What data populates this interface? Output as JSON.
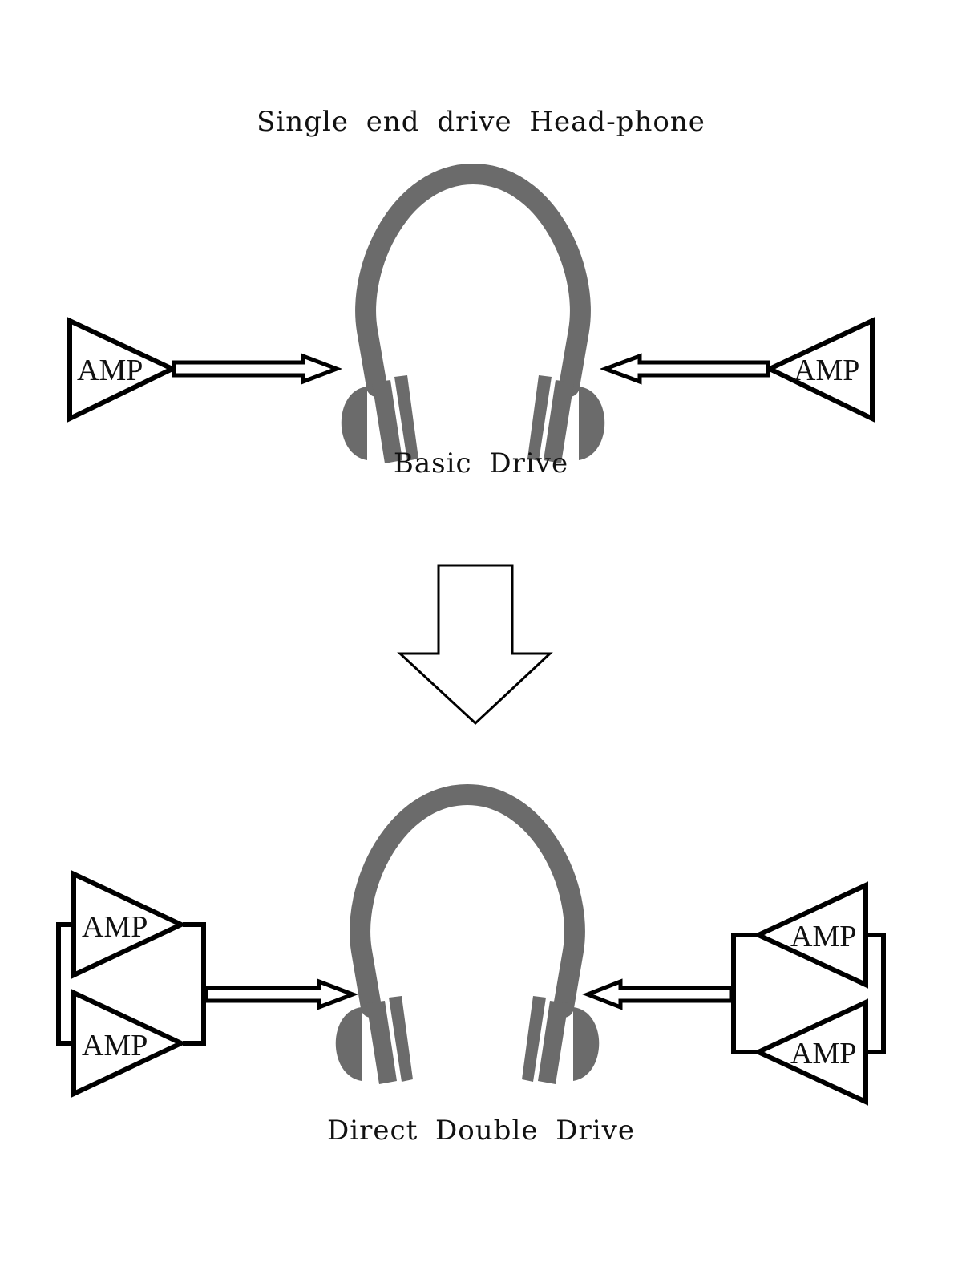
{
  "diagram": {
    "title": "Single end drive Head-phone",
    "basic": {
      "caption": "Basic Drive",
      "left_amp_label": "AMP",
      "right_amp_label": "AMP"
    },
    "transition_arrow": {
      "icon": "down-arrow-icon"
    },
    "double": {
      "caption": "Direct Double Drive",
      "left_top_amp_label": "AMP",
      "left_bottom_amp_label": "AMP",
      "right_top_amp_label": "AMP",
      "right_bottom_amp_label": "AMP"
    },
    "colors": {
      "headphone": "#6b6b6b",
      "line": "#000000",
      "text": "#111111"
    }
  }
}
